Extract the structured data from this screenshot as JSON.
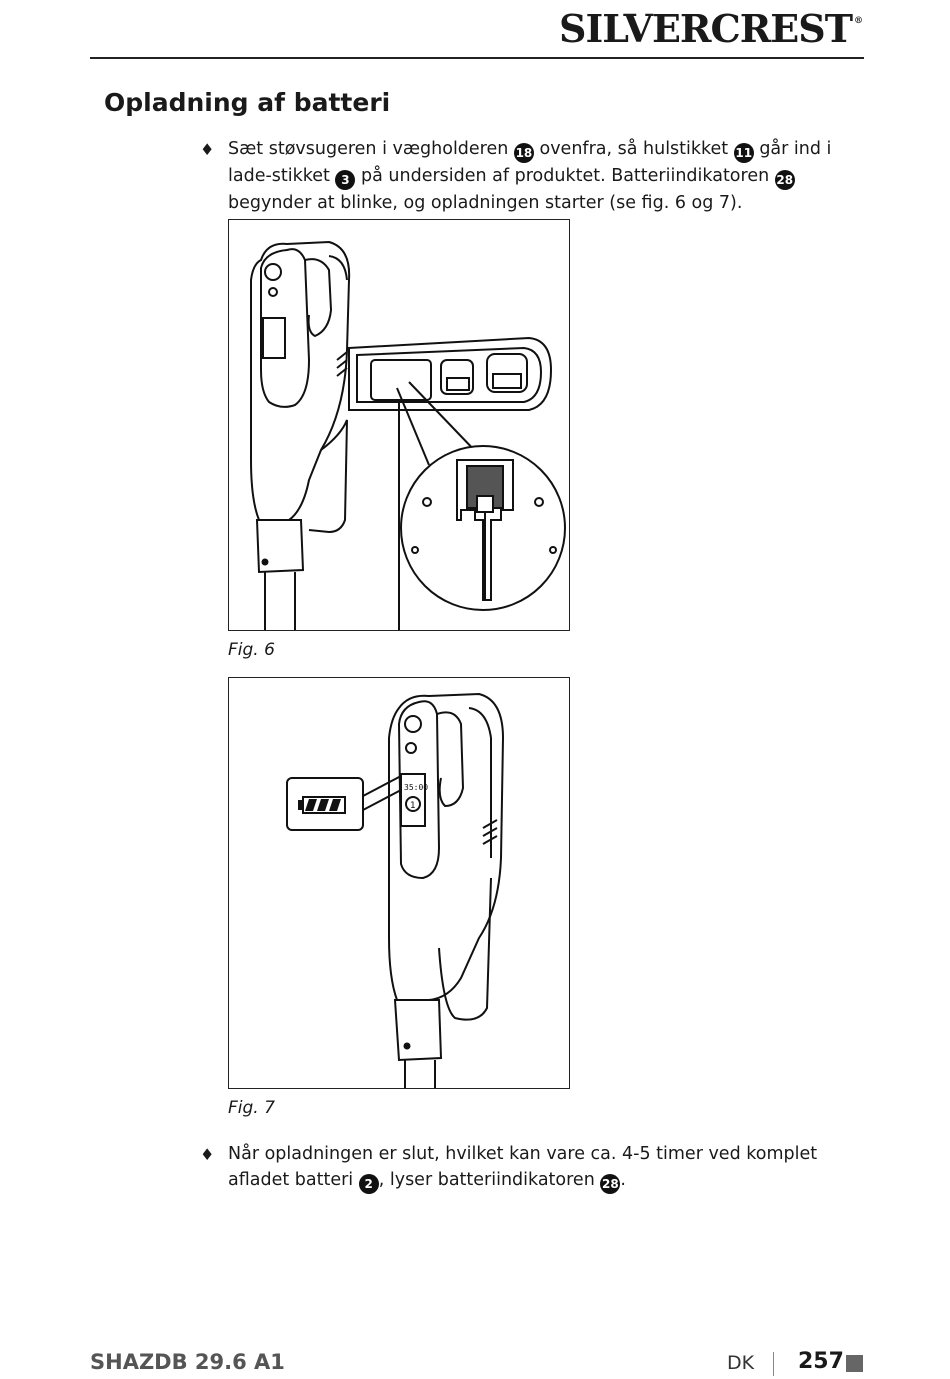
{
  "header": {
    "brand": "SILVERCREST",
    "reg": "®"
  },
  "section": {
    "title": "Opladning af batteri"
  },
  "para1": {
    "bullet": "♦",
    "t1": "Sæt støvsugeren i vægholderen ",
    "n1": "18",
    "t2": " ovenfra, så hulstikket ",
    "n2": "11",
    "t3": " går ind i lade-stikket ",
    "n3": "3",
    "t4": " på undersiden af produktet. Batteriindikatoren ",
    "n4": "28",
    "t5": " begynder at blinke, og opladningen starter (se fig. 6 og 7)."
  },
  "fig6": {
    "caption": "Fig. 6"
  },
  "fig7": {
    "caption": "Fig. 7",
    "display_time": "35:00",
    "display_digit": "1"
  },
  "para2": {
    "bullet": "♦",
    "t1": "Når opladningen er slut, hvilket kan vare ca. 4-5 timer ved komplet afladet batteri ",
    "n1": "2",
    "t2": ", lyser batteriindikatoren ",
    "n2": "28",
    "t3": "."
  },
  "footer": {
    "model": "SHAZDB 29.6 A1",
    "lang": "DK",
    "page": "257"
  }
}
